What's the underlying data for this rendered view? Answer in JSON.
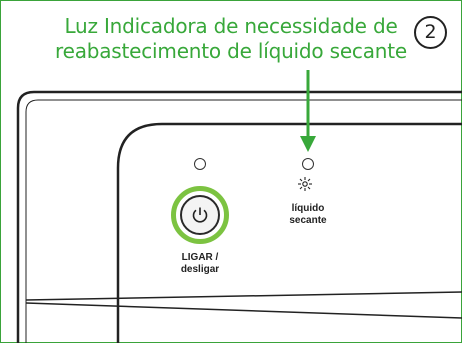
{
  "caption": {
    "line1": "Luz Indicadora de necessidade de",
    "line2": "reabastecimento de líquido secante"
  },
  "step_number": "2",
  "controls": {
    "power": {
      "label_line1": "LIGAR /",
      "label_line2": "desligar",
      "icon": "power-icon"
    },
    "rinse_aid": {
      "label_line1": "líquido",
      "label_line2": "secante",
      "icon": "sun-icon"
    }
  },
  "colors": {
    "caption_text": "#38a83a",
    "frame_border": "#3aa33a",
    "power_ring": "#7cc341",
    "arrow": "#38a83a"
  }
}
